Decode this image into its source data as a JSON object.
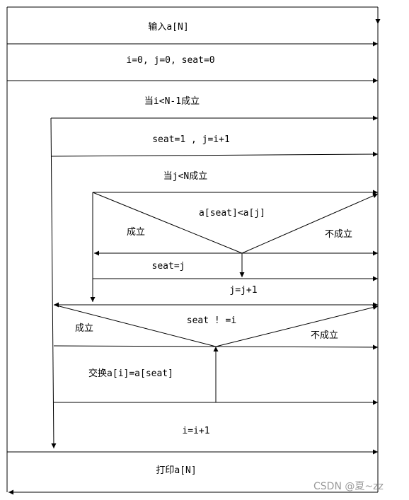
{
  "flowchart": {
    "input": "输入a[N]",
    "init": "i=0, j=0, seat=0",
    "outer_loop": "当i<N-1成立",
    "outer_body_first": "seat=1 , j=i+1",
    "inner_loop": "当j<N成立",
    "inner_condition": "a[seat]<a[j]",
    "inner_true_label": "成立",
    "inner_false_label": "不成立",
    "inner_true_action": "seat=j",
    "inner_increment": "j=j+1",
    "swap_condition": "seat ! =i",
    "swap_true_label": "成立",
    "swap_false_label": "不成立",
    "swap_action": "交换a[i]=a[seat]",
    "outer_increment": "i=i+1",
    "output": "打印a[N]"
  },
  "watermark": "CSDN @夏~zz"
}
